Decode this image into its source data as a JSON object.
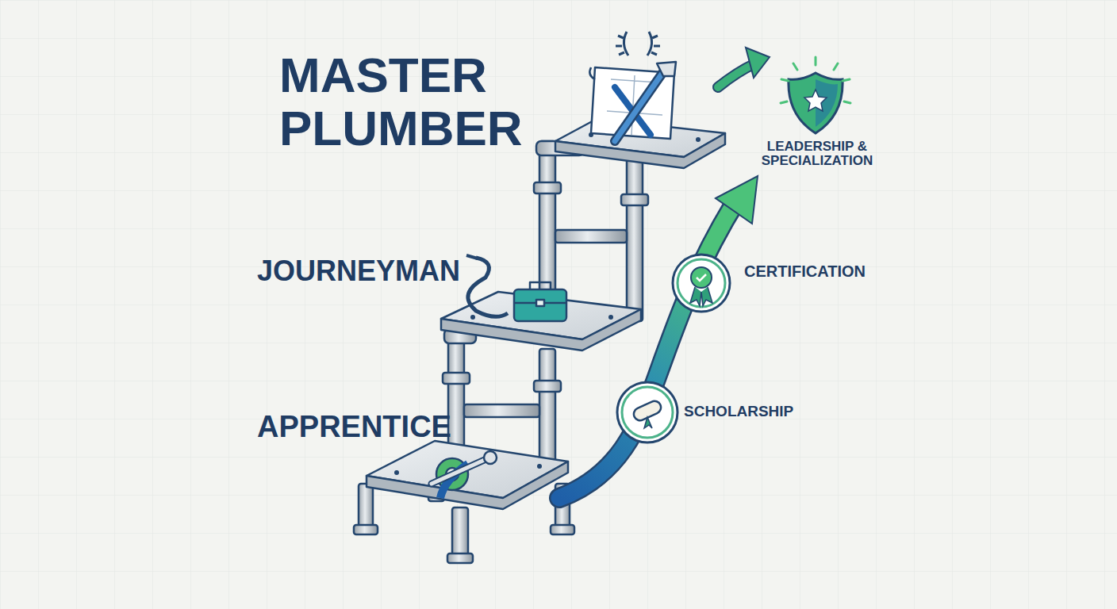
{
  "diagram": {
    "labels": [
      "MASTER PLUMBER",
      "LEADERSHIP & SPECIALIZATION",
      "JOURNEYMAN",
      "CERTIFICATION",
      "APPRENTICE",
      "SCHOLARSHIP"
    ]
  }
}
